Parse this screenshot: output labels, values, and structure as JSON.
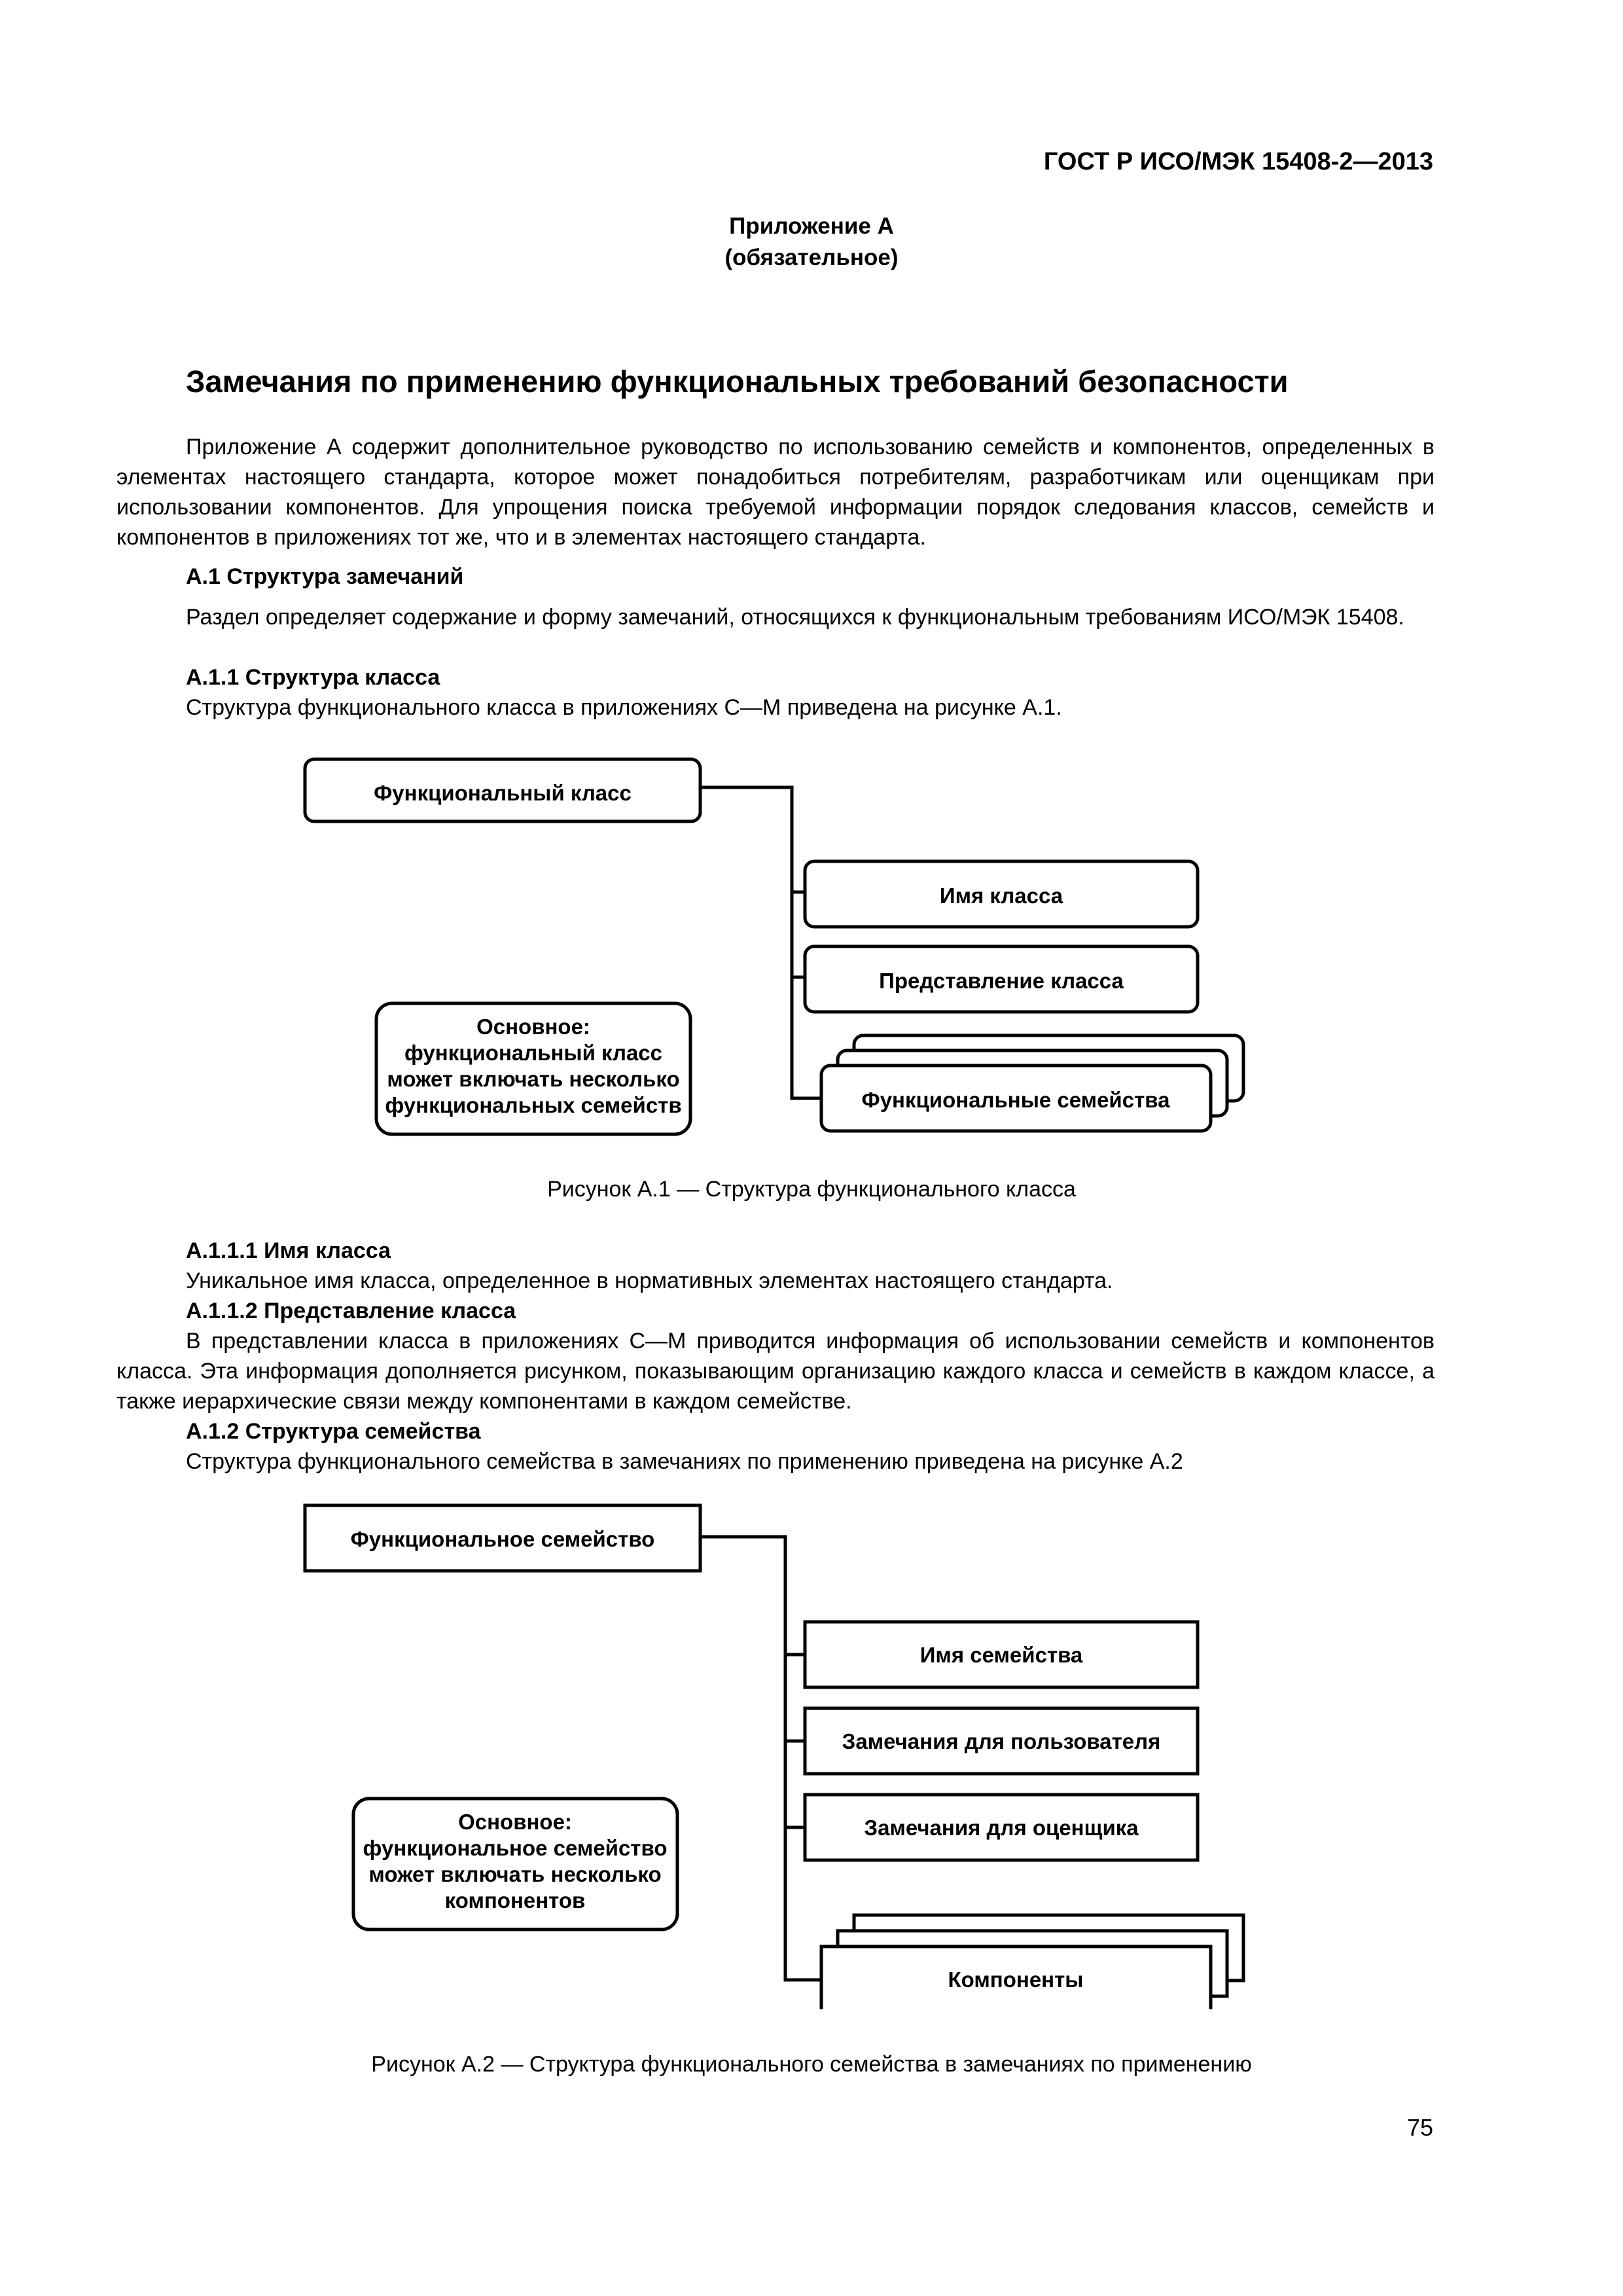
{
  "header": {
    "code": "ГОСТ Р ИСО/МЭК 15408-2—2013"
  },
  "annex": {
    "name": "Приложение А",
    "status": "(обязательное)"
  },
  "title": "Замечания по применению функциональных требований безопасности",
  "intro": "Приложение А содержит дополнительное руководство по использованию семейств и компонентов, определенных в элементах настоящего стандарта, которое может понадобиться потребителям, разработчикам или оценщикам при использовании компонентов. Для упрощения поиска требуемой информации порядок следования классов, семейств и компонентов в приложениях тот же, что и в элементах настоящего стандарта.",
  "s_a1": {
    "heading": "А.1 Структура замечаний",
    "text": "Раздел определяет содержание и форму замечаний, относящихся к функциональным требованиям ИСО/МЭК 15408."
  },
  "s_a11": {
    "heading": "А.1.1 Структура класса",
    "text": "Структура функционального класса в приложениях С—М приведена на рисунке А.1."
  },
  "fig1": {
    "root": "Функциональный класс",
    "children": [
      "Имя класса",
      "Представление класса",
      "Функциональные семейства"
    ],
    "note": [
      "Основное:",
      "функциональный класс",
      "может включать несколько",
      "функциональных семейств"
    ],
    "caption": "Рисунок А.1 — Структура функционального класса"
  },
  "s_a111": {
    "heading": "А.1.1.1 Имя класса",
    "text": "Уникальное имя класса, определенное в нормативных элементах настоящего стандарта."
  },
  "s_a112": {
    "heading": "А.1.1.2 Представление класса",
    "text": "В представлении класса в приложениях С—М приводится информация об использовании семейств и компонентов класса. Эта информация дополняется рисунком, показывающим организацию каждого класса и семейств в каждом классе, а также иерархические связи между компонентами в каждом семействе."
  },
  "s_a12": {
    "heading": "А.1.2 Структура семейства",
    "text": "Структура функционального семейства в замечаниях по применению приведена на рисунке А.2"
  },
  "fig2": {
    "root": "Функциональное семейство",
    "children": [
      "Имя семейства",
      "Замечания для пользователя",
      "Замечания для оценщика",
      "Компоненты"
    ],
    "note": [
      "Основное:",
      "функциональное семейство",
      "может включать несколько",
      "компонентов"
    ],
    "caption": "Рисунок А.2 — Структура функционального семейства в замечаниях по применению"
  },
  "page_number": "75"
}
